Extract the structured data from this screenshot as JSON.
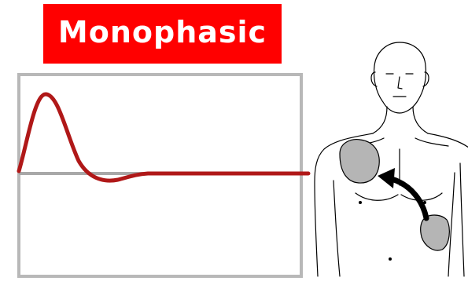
{
  "title": "Monophasic",
  "colors": {
    "banner_background": "#ff0000",
    "banner_text": "#ffffff",
    "frame": "#b8b8b8",
    "baseline": "#a8a8a8",
    "waveform": "#b01818",
    "electrode_pad": "#b5b5b5",
    "arrow": "#000000",
    "body_outline": "#000000"
  },
  "icons": [
    "waveform-graph",
    "torso-illustration",
    "electrode-pad",
    "current-arrow"
  ]
}
